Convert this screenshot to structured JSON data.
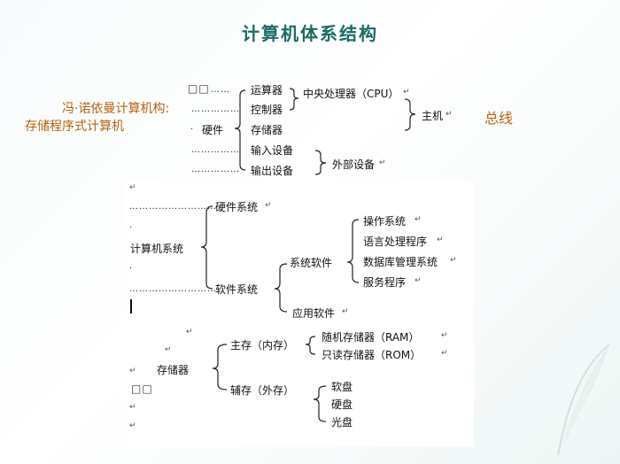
{
  "title": "计算机体系结构",
  "left_label": {
    "line1": "冯·诺依曼计算机构:",
    "line2": "存储程序式计算机"
  },
  "bus": "总线",
  "squares": "□□",
  "hardware_tree": {
    "root": "硬件",
    "leaves": [
      "运算器",
      "控制器",
      "存储器",
      "输入设备",
      "输出设备"
    ],
    "cpu": "中央处理器（CPU）",
    "host": "主机",
    "external": "外部设备"
  },
  "system_tree": {
    "root": "计算机系统",
    "hardware": "硬件系统",
    "software": "软件系统",
    "sys_software": "系统软件",
    "app_software": "应用软件",
    "sys_items": [
      "操作系统",
      "语言处理程序",
      "数据库管理系统",
      "服务程序"
    ]
  },
  "storage_tree": {
    "root": "存储器",
    "main": "主存（内存）",
    "aux": "辅存（外存）",
    "main_items": [
      "随机存储器（RAM）",
      "只读存储器（ROM）"
    ],
    "aux_items": [
      "软盘",
      "硬盘",
      "光盘"
    ]
  },
  "return_mark": "↵",
  "colors": {
    "title": "#1a6b66",
    "accent": "#b8620f"
  }
}
